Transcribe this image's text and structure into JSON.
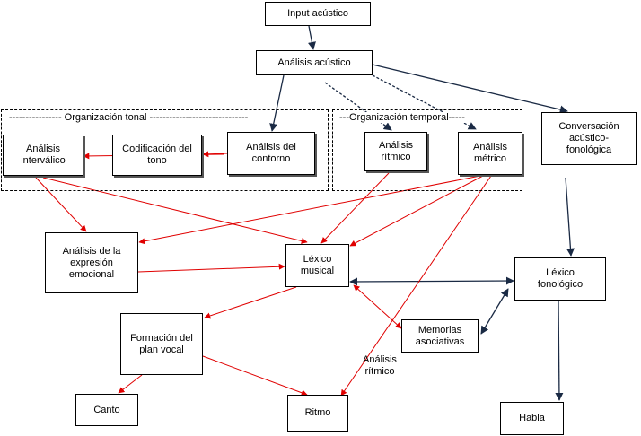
{
  "diagram": {
    "nodes": {
      "input": "Input acústico",
      "analisis_acustico": "Análisis acústico",
      "analisis_contorno": "Análisis del\ncontorno",
      "codificacion_tono": "Codificación del\ntono",
      "analisis_intervalico": "Análisis\ninterválico",
      "analisis_ritmico": "Análisis\nrítmico",
      "analisis_metrico": "Análisis\nmétrico",
      "conversacion": "Conversación\nacústico-\nfonológica",
      "expresion_emocional": "Análisis de la\nexpresión\nemocional",
      "lexico_musical": "Léxico\nmusical",
      "lexico_fonologico": "Léxico\nfonológico",
      "memorias": "Memorias\nasociativas",
      "plan_vocal": "Formación del\nplan vocal",
      "canto": "Canto",
      "ritmo": "Ritmo",
      "habla": "Habla"
    },
    "groups": {
      "tonal": "---------------- Organización tonal ------------------------------",
      "temporal": "---Organización temporal-----"
    },
    "edge_labels": {
      "ritmico": "Análisis\nrítmico"
    },
    "colors": {
      "dark_arrow": "#1a2a44",
      "red_arrow": "#e00000"
    }
  }
}
